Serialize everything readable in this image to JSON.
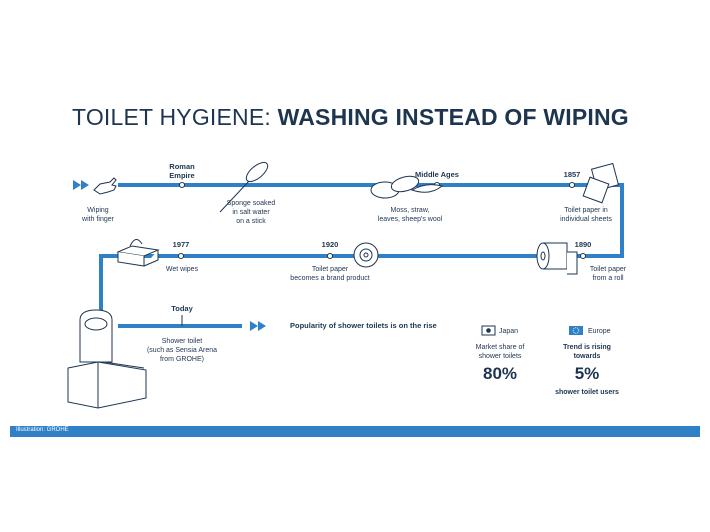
{
  "title": {
    "light": "TOILET HYGIENE:",
    "bold": "WASHING INSTEAD OF WIPING"
  },
  "timeline": [
    {
      "id": "finger",
      "year": "",
      "label": "Wiping\nwith finger"
    },
    {
      "id": "roman",
      "year": "Roman\nEmpire",
      "label": "Sponge soaked\nin salt water\non a stick"
    },
    {
      "id": "middle",
      "year": "Middle Ages",
      "label": "Moss, straw,\nleaves, sheep's wool"
    },
    {
      "id": "1857",
      "year": "1857",
      "label": "Toilet paper in\nindividual sheets"
    },
    {
      "id": "1890",
      "year": "1890",
      "label": "Toilet paper\nfrom a roll"
    },
    {
      "id": "1920",
      "year": "1920",
      "label": "Toilet paper\nbecomes a brand product"
    },
    {
      "id": "1977",
      "year": "1977",
      "label": "Wet wipes"
    },
    {
      "id": "today",
      "year": "Today",
      "label": "Shower toilet\n(such as Sensia Arena\nfrom GROHE)"
    }
  ],
  "popularity": "Popularity of shower toilets is on the rise",
  "japan": {
    "region": "Japan",
    "caption": "Market share of\nshower toilets",
    "value": "80%"
  },
  "europe": {
    "region": "Europe",
    "caption": "Trend is rising\ntowards",
    "value": "5%",
    "sub": "shower toilet users"
  },
  "footer": "Illustration: GROHE",
  "colors": {
    "line": "#2f80c7",
    "text": "#1e3550",
    "footer": "#2f80c7"
  }
}
